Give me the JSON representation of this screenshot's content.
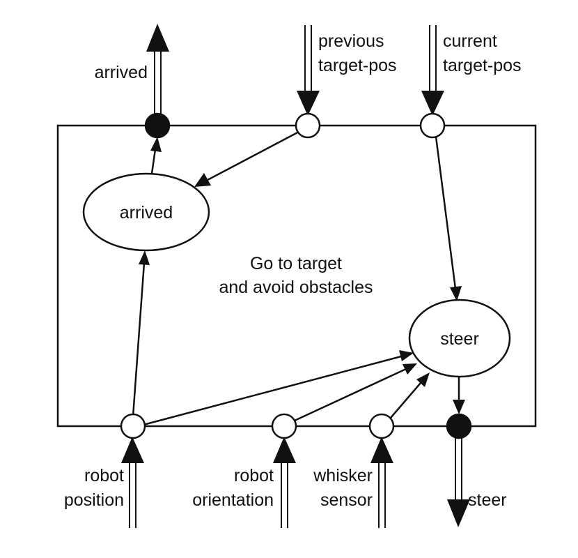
{
  "diagram": {
    "center_label": [
      "Go to target",
      "and avoid obstacles"
    ],
    "nodes": {
      "arrived": "arrived",
      "steer": "steer"
    },
    "ports": {
      "out_arrived": [
        "arrived"
      ],
      "in_previous_target_pos": [
        "previous",
        "target-pos"
      ],
      "in_current_target_pos": [
        "current",
        "target-pos"
      ],
      "in_robot_position": [
        "robot",
        "position"
      ],
      "in_robot_orientation": [
        "robot",
        "orientation"
      ],
      "in_whisker_sensor": [
        "whisker",
        "sensor"
      ],
      "out_steer": [
        "steer"
      ]
    }
  }
}
